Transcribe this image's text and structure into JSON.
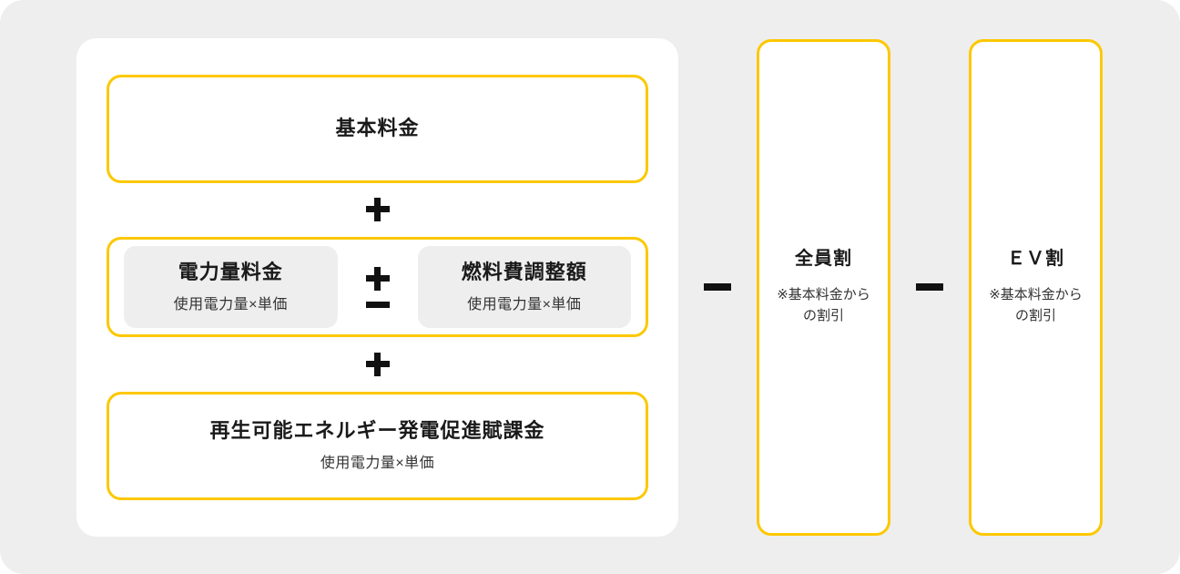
{
  "theme": {
    "background": "#eeeeee",
    "card_background": "#ffffff",
    "accent_border": "#fcc800",
    "inner_panel": "#eeeeee",
    "text_primary": "#1a1a1a",
    "text_secondary": "#333333",
    "glyph": "#111111"
  },
  "fee_card": {
    "basic_charge": {
      "title": "基本料金",
      "subtitle": ""
    },
    "operator_1": "+",
    "energy_group": {
      "left": {
        "title": "電力量料金",
        "subtitle": "使用電力量×単価"
      },
      "operator_plus": "+",
      "operator_minus": "−",
      "right": {
        "title": "燃料費調整額",
        "subtitle": "使用電力量×単価"
      }
    },
    "operator_2": "+",
    "renewable_levy": {
      "title": "再生可能エネルギー発電促進賦課金",
      "subtitle": "使用電力量×単価"
    }
  },
  "separators": {
    "minus_1": "−",
    "minus_2": "−"
  },
  "discounts": [
    {
      "title": "全員割",
      "note_line_1": "※基本料金から",
      "note_line_2": "の割引"
    },
    {
      "title": "ＥＶ割",
      "note_line_1": "※基本料金から",
      "note_line_2": "の割引"
    }
  ]
}
